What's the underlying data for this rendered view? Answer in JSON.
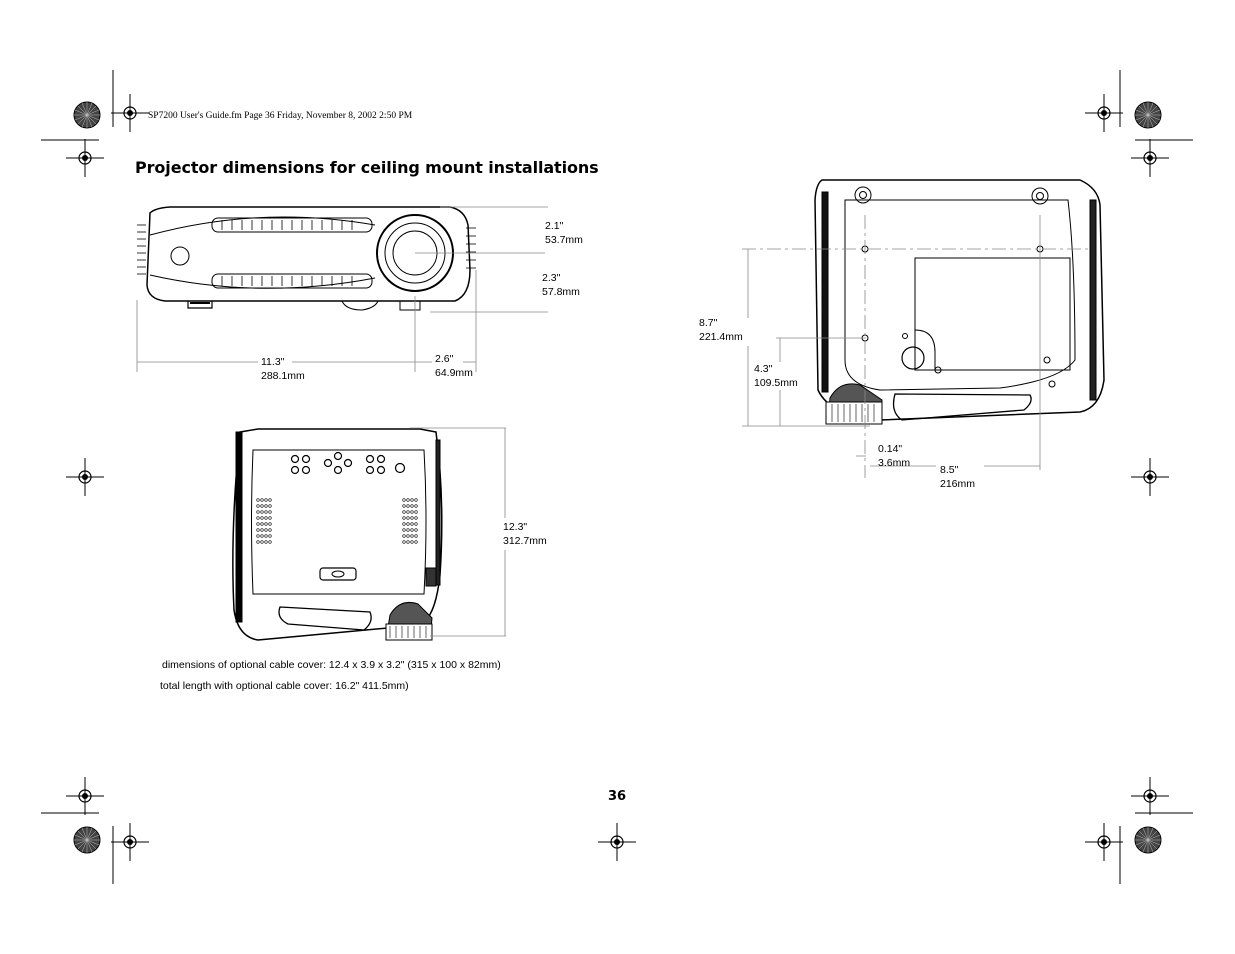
{
  "header": {
    "file_info": "SP7200 User's Guide.fm  Page 36  Friday, November 8, 2002  2:50 PM"
  },
  "title": "Projector dimensions for ceiling mount installations",
  "side_view": {
    "height_top": {
      "inches": "2.1\"",
      "mm": "53.7mm"
    },
    "height_bottom": {
      "inches": "2.3\"",
      "mm": "57.8mm"
    },
    "length": {
      "inches": "11.3\"",
      "mm": "288.1mm"
    },
    "lens_offset": {
      "inches": "2.6\"",
      "mm": "64.9mm"
    }
  },
  "top_view": {
    "depth": {
      "inches": "12.3\"",
      "mm": "312.7mm"
    }
  },
  "bottom_view": {
    "mount_depth": {
      "inches": "8.7\"",
      "mm": "221.4mm"
    },
    "mount_mid": {
      "inches": "4.3\"",
      "mm": "109.5mm"
    },
    "lens_gap": {
      "inches": "0.14\"",
      "mm": "3.6mm"
    },
    "mount_width": {
      "inches": "8.5\"",
      "mm": "216mm"
    }
  },
  "notes": {
    "cable_cover_dims": "dimensions of optional cable cover: 12.4 x 3.9 x 3.2\" (315 x 100 x 82mm)",
    "total_length": "total length with optional cable cover: 16.2\" 411.5mm)"
  },
  "page_number": "36"
}
